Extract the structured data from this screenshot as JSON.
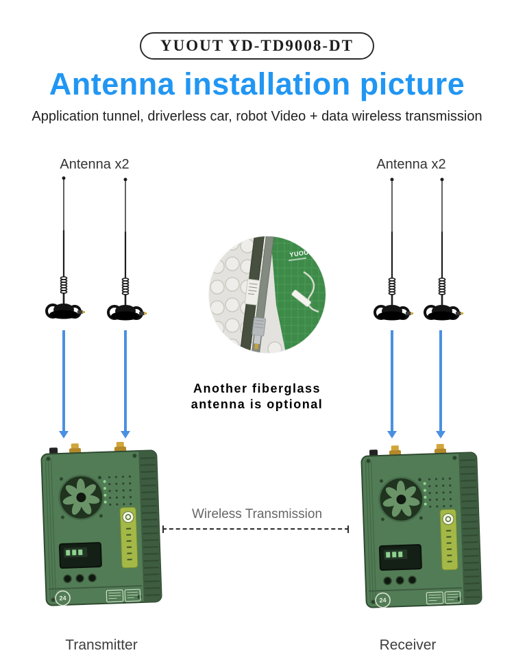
{
  "colors": {
    "title_blue": "#2196f3",
    "arrow_blue": "#4a90e2",
    "device_green": "#527c55",
    "badge_border": "#2b2b2b"
  },
  "icons": {
    "down_arrow": "vertical-line-with-triangle-head",
    "dashed_link": "horizontal-dashed-line-with-end-ticks"
  },
  "header": {
    "model": "YUOUT YD-TD9008-DT",
    "title": "Antenna installation picture",
    "subtitle": "Application tunnel, driverless car, robot Video + data wireless transmission"
  },
  "left": {
    "antenna_label": "Antenna x2",
    "device_label": "Transmitter"
  },
  "right": {
    "antenna_label": "Antenna x2",
    "device_label": "Receiver"
  },
  "center_photo": {
    "brand": "YUOUT",
    "caption_line1": "Another fiberglass",
    "caption_line2": "antenna is optional"
  },
  "link": {
    "label": "Wireless Transmission"
  },
  "device": {
    "badge_label": "24"
  }
}
